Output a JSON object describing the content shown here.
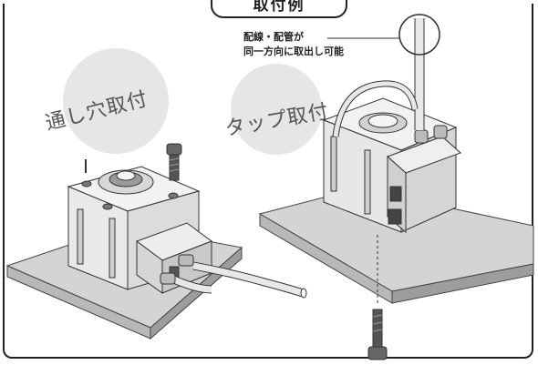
{
  "title": "取付例",
  "labels": {
    "through_hole": "通し穴取付",
    "tapped": "タップ取付"
  },
  "callout": {
    "line1": "配線・配管が",
    "line2": "同一方向に取出し可能"
  },
  "colors": {
    "frame": "#222222",
    "circle": "#e6e6e6",
    "plate_top": "#d4d4d4",
    "plate_side": "#a9a9a9",
    "body_light": "#f2f2f2",
    "body_dark": "#555555"
  }
}
